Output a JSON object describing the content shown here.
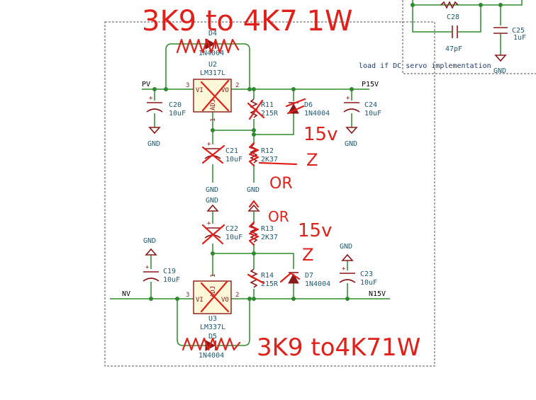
{
  "handwriting": {
    "top": "3K9 to 4K7 1W",
    "bottom": "3K9 to4K71W",
    "z_upper_v": "15v",
    "z_upper_z": "Z",
    "or_upper": "OR",
    "or_lower": "OR",
    "z_lower_v": "15v",
    "z_lower_z": "Z"
  },
  "note": "load if DC servo implementation",
  "nets": {
    "pv": "PV",
    "p15v": "P15V",
    "nv": "NV",
    "n15v": "N15V"
  },
  "gnd": "GND",
  "components": {
    "d4": {
      "ref": "D4",
      "value": "1N4004"
    },
    "u2": {
      "ref": "U2",
      "value": "LM317L",
      "pin_vi": "VI",
      "pin_vo": "VO",
      "pin_adj": "ADJ",
      "p3": "3",
      "p2": "2",
      "p1": "1"
    },
    "c20": {
      "ref": "C20",
      "value": "10uF",
      "plus": "+"
    },
    "r11": {
      "ref": "R11",
      "value": "215R"
    },
    "d6": {
      "ref": "D6",
      "value": "1N4004"
    },
    "c24": {
      "ref": "C24",
      "value": "10uF",
      "plus": "+"
    },
    "c21": {
      "ref": "C21",
      "value": "10uF",
      "plus": "+"
    },
    "r12": {
      "ref": "R12",
      "value": "2K37"
    },
    "c22": {
      "ref": "C22",
      "value": "10uF",
      "plus": "+"
    },
    "r13": {
      "ref": "R13",
      "value": "2K37"
    },
    "c19": {
      "ref": "C19",
      "value": "10uF",
      "plus": "+"
    },
    "r14": {
      "ref": "R14",
      "value": "215R"
    },
    "d7": {
      "ref": "D7",
      "value": "1N4004"
    },
    "c23": {
      "ref": "C23",
      "value": "10uF",
      "plus": "+"
    },
    "u3": {
      "ref": "U3",
      "value": "LM337L",
      "pin_vi": "VI",
      "pin_vo": "VO",
      "pin_adj": "ADJ",
      "p3": "3",
      "p2": "2",
      "p1": "1"
    },
    "d5": {
      "ref": "D5",
      "value": "1N4004"
    },
    "c28": {
      "ref": "C28",
      "value": "47pF"
    },
    "c25": {
      "ref": "C25",
      "value": "1uF"
    }
  }
}
